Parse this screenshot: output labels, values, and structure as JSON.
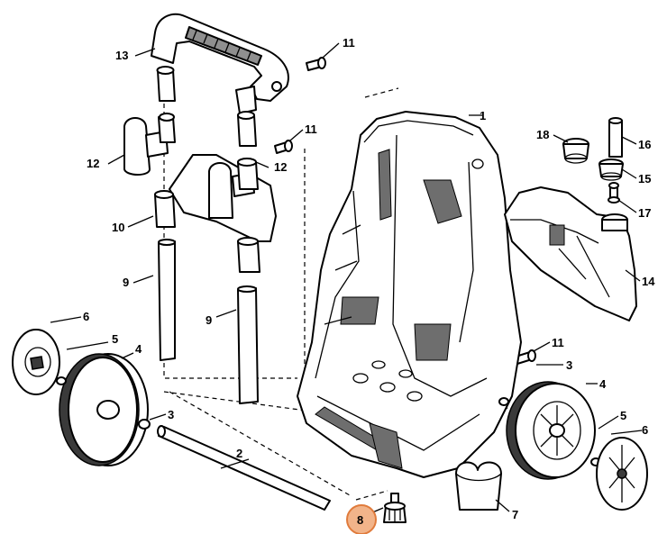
{
  "callouts": {
    "c1": "1",
    "c2": "2",
    "c3a": "3",
    "c3b": "3",
    "c4a": "4",
    "c4b": "4",
    "c5a": "5",
    "c5b": "5",
    "c6a": "6",
    "c6b": "6",
    "c7": "7",
    "c8": "8",
    "c9a": "9",
    "c9b": "9",
    "c10": "10",
    "c11a": "11",
    "c11b": "11",
    "c11c": "11",
    "c12a": "12",
    "c12b": "12",
    "c13": "13",
    "c14": "14",
    "c15": "15",
    "c16": "16",
    "c17": "17",
    "c18": "18"
  },
  "colors": {
    "highlight_fill": "#f2b48a",
    "highlight_stroke": "#e07b3c",
    "line": "#000000",
    "shading": "#8f8f8f"
  },
  "highlighted_part": "8"
}
